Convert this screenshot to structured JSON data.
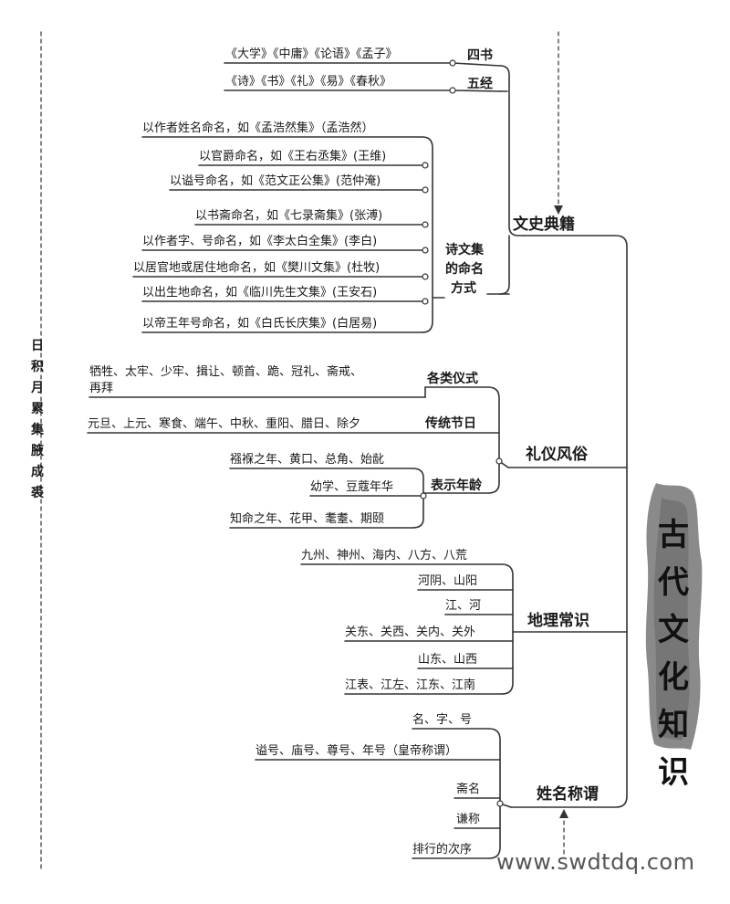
{
  "title_chars": [
    "古",
    "代",
    "文",
    "化",
    "知",
    "识"
  ],
  "side_note_chars": [
    "日",
    "积",
    "月",
    "累",
    "集",
    "腋",
    "成",
    "裘"
  ],
  "watermark": "www.swdtdq.com",
  "branches": {
    "wenshi": {
      "label": "文史典籍",
      "sishu": {
        "label": "四书",
        "content": "《大学》《中庸》《论语》《孟子》"
      },
      "wujing": {
        "label": "五经",
        "content": "《诗》《书》《礼》《易》《春秋》"
      },
      "shiwenji": {
        "label_lines": [
          "诗文集",
          "的命名",
          "方式"
        ],
        "items": [
          "以作者姓名命名，如《孟浩然集》（孟浩然）",
          "以官爵命名，如《王右丞集》(王维)",
          "以谥号命名，如《范文正公集》(范仲淹)",
          "以书斋命名，如《七录斋集》(张溥)",
          "以作者字、号命名，如《李太白全集》(李白)",
          "以居官地或居住地命名，如《樊川文集》(杜牧)",
          "以出生地命名，如《临川先生文集》(王安石)",
          "以帝王年号命名，如《白氏长庆集》(白居易)"
        ]
      }
    },
    "liyi": {
      "label": "礼仪风俗",
      "yishi": {
        "label": "各类仪式",
        "lines": [
          "牺牲、太牢、少牢、揖让、顿首、跪、冠礼、斋戒、",
          "再拜"
        ]
      },
      "jieri": {
        "label": "传统节日",
        "content": "元旦、上元、寒食、端午、中秋、重阳、腊日、除夕"
      },
      "nianling": {
        "label": "表示年龄",
        "items": [
          "襁褓之年、黄口、总角、始龀",
          "幼学、豆蔻年华",
          "知命之年、花甲、耄耋、期颐"
        ]
      }
    },
    "dili": {
      "label": "地理常识",
      "items": [
        "九州、神州、海内、八方、八荒",
        "河阴、山阳",
        "江、河",
        "关东、关西、关内、关外",
        "山东、山西",
        "江表、江左、江东、江南"
      ]
    },
    "xingming": {
      "label": "姓名称谓",
      "items": [
        "名、字、号",
        "谥号、庙号、尊号、年号（皇帝称谓）",
        "斋名",
        "谦称",
        "排行的次序"
      ]
    }
  }
}
